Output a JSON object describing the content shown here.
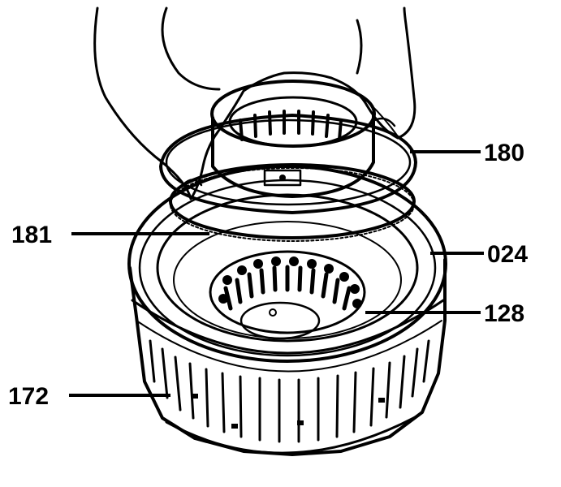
{
  "figure": {
    "callouts": [
      {
        "id": "180",
        "label": "180"
      },
      {
        "id": "181",
        "label": "181"
      },
      {
        "id": "024",
        "label": "024"
      },
      {
        "id": "128",
        "label": "128"
      },
      {
        "id": "172",
        "label": "172"
      }
    ],
    "colors": {
      "ink": "#000000",
      "paper": "#ffffff"
    }
  }
}
